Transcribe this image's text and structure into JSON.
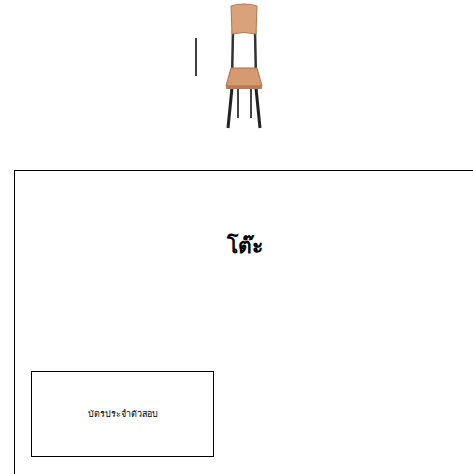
{
  "diagram": {
    "nodes": [
      {
        "text": [
          "โต๊ะ"
        ]
      },
      {
        "text": [
          "บัตรประจำตัวสอบ"
        ],
        "in": 0
      }
    ]
  }
}
